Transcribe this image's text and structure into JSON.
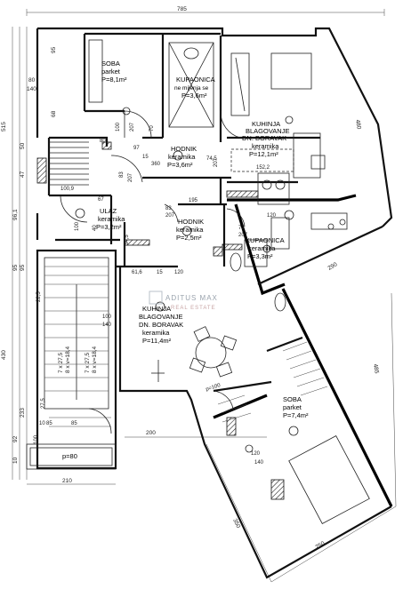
{
  "rooms": {
    "soba_top": {
      "name": "SOBA",
      "floor": "parket",
      "area": "P=8,1m²"
    },
    "kupaonica_top": {
      "name": "KUPAONICA",
      "floor": "ne mijenja se",
      "area": "P=3,6m²"
    },
    "kuhinja_top": {
      "name1": "KUHINJA",
      "name2": "BLAGOVANJE",
      "name3": "DN. BORAVAK",
      "floor": "keramika",
      "area": "P=12,1m²"
    },
    "hodnik_top": {
      "name": "HODNIK",
      "floor": "keramika",
      "area": "P=3,6m²"
    },
    "ulaz": {
      "name": "ULAZ",
      "floor": "keramika",
      "area": "P=3,2m²"
    },
    "hodnik_mid": {
      "name": "HODNIK",
      "floor": "keramika",
      "area": "P=2,5m²"
    },
    "kupaonica_mid": {
      "name": "KUPAONICA",
      "floor": "keramika",
      "area": "P=3,3m²"
    },
    "kuhinja_mid": {
      "name1": "KUHINJA",
      "name2": "BLAGOVANJE",
      "name3": "DN. BORAVAK",
      "floor": "keramika",
      "area": "P=11,4m²"
    },
    "soba_bottom": {
      "name": "SOBA",
      "floor": "parket",
      "area": "P=7,4m²"
    },
    "stairs_a": {
      "text": "7 x 27,5",
      "text2": "8 x v=18,4"
    },
    "stairs_b": {
      "text": "7 x 27,5",
      "text2": "8 x v=18,4"
    },
    "balcony": {
      "area": "p=80"
    }
  },
  "watermark": {
    "brand": "ADITUS MAX",
    "sub": "REAL ESTATE"
  },
  "dims": {
    "top_total": "785",
    "left_515": "515",
    "left_430": "430",
    "bottom_210": "210",
    "d_200": "200",
    "d_350": "350",
    "d_250": "250",
    "d_290": "290",
    "d_485": "485",
    "d_480": "480",
    "d_80": "80",
    "d_140": "140",
    "d_95a": "95",
    "d_95b": "95",
    "d_68": "68",
    "d_50": "50",
    "d_47": "47",
    "d_96": "96,1",
    "d_92": "92",
    "d_233": "233",
    "d_10": "10",
    "d_100a": "100",
    "d_207a": "207",
    "d_70a": "70",
    "d_97": "97",
    "d_80b": "80",
    "d_15": "15",
    "d_360": "360",
    "d_74": "74,5",
    "d_207b": "207",
    "d_152": "152,2",
    "d_83a": "83",
    "d_207c": "207",
    "d_100b": "100,9",
    "d_67": "67",
    "d_195": "195",
    "d_83b": "83",
    "d_207d": "207",
    "d_73": "73",
    "d_207e": "207",
    "d_120": "120",
    "d_100c": "100",
    "d_40": "40",
    "d_61": "61,6",
    "d_15b": "15",
    "d_120b": "120",
    "d_100d": "100",
    "d_140b": "140",
    "d_34": "34,5",
    "d_p100": "p=100",
    "d_120c": "120",
    "d_140c": "140",
    "d_85a": "85",
    "d_85b": "85",
    "d_10b": "10",
    "d_100e": "100",
    "d_22": "22,5",
    "d_27": "27,5"
  }
}
